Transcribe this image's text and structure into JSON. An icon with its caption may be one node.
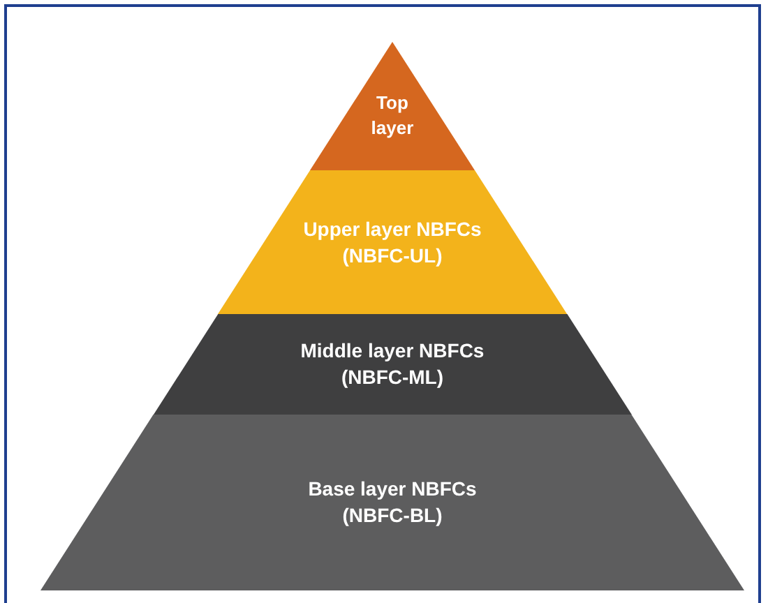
{
  "diagram": {
    "nodes": [
      {
        "text": [
          "Top layer"
        ]
      },
      {
        "text": [
          "Upper layer NBFCs (NBFC-UL)"
        ]
      },
      {
        "text": [
          "Middle layer NBFCs (NBFC-ML)"
        ]
      },
      {
        "text": [
          "Base layer NBFCs (NBFC-BL)"
        ]
      }
    ],
    "edges": []
  }
}
